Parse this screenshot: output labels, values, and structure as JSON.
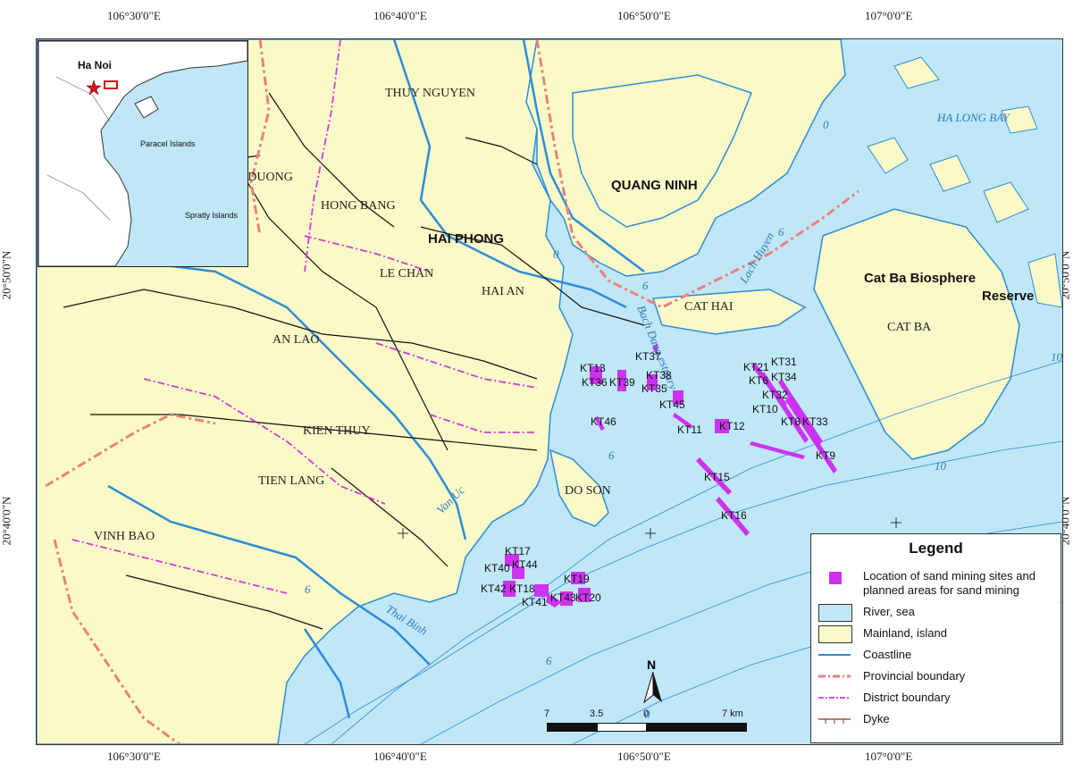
{
  "coordinates": {
    "lon_top": [
      "106°30'0\"E",
      "106°40'0\"E",
      "106°50'0\"E",
      "107°0'0\"E"
    ],
    "lon_bottom": [
      "106°30'0\"E",
      "106°40'0\"E",
      "106°50'0\"E",
      "107°0'0\"E"
    ],
    "lat_left": [
      "20°50'0\"N",
      "20°40'0\"N"
    ],
    "lat_right": [
      "20°50'0\"N",
      "20°40'0\"N"
    ]
  },
  "map_labels": {
    "thuy_nguyen": "THUY NGUYEN",
    "quang_ninh": "QUANG NINH",
    "ha_long_bay": "HA LONG BAY",
    "vi_duong": "VI DUONG",
    "hong_bang": "HONG BANG",
    "hai_phong": "HAI PHONG",
    "le_chan": "LE CHAN",
    "hai_an": "HAI AN",
    "cat_hai": "CAT HAI",
    "cat_ba_reserve_line1": "Cat Ba Biosphere",
    "cat_ba_reserve_line2": "Reserve",
    "cat_ba": "CAT BA",
    "an_lao": "AN LAO",
    "kien_thuy": "KIEN THUY",
    "tien_lang": "TIEN LANG",
    "vinh_bao": "VINH BAO",
    "do_son": "DO SON",
    "van_uc": "Van Uc",
    "thai_binh": "Thai Binh",
    "lach_huyen": "Lach Huyen",
    "bach_dang_estuary": "Bach Dang estuary"
  },
  "depth_labels": [
    "0",
    "6",
    "6",
    "10",
    "0",
    "6",
    "6",
    "0",
    "10",
    "6"
  ],
  "sites": [
    {
      "id": "KT37",
      "label": "KT37"
    },
    {
      "id": "KT13",
      "label": "KT13"
    },
    {
      "id": "KT38",
      "label": "KT38"
    },
    {
      "id": "KT36",
      "label": "KT36"
    },
    {
      "id": "KT39",
      "label": "KT39"
    },
    {
      "id": "KT35",
      "label": "KT35"
    },
    {
      "id": "KT45",
      "label": "KT45"
    },
    {
      "id": "KT46",
      "label": "KT46"
    },
    {
      "id": "KT11",
      "label": "KT11"
    },
    {
      "id": "KT12",
      "label": "KT12"
    },
    {
      "id": "KT15",
      "label": "KT15"
    },
    {
      "id": "KT16",
      "label": "KT16"
    },
    {
      "id": "KT21",
      "label": "KT21"
    },
    {
      "id": "KT31",
      "label": "KT31"
    },
    {
      "id": "KT6",
      "label": "KT6"
    },
    {
      "id": "KT34",
      "label": "KT34"
    },
    {
      "id": "KT32",
      "label": "KT32"
    },
    {
      "id": "KT10",
      "label": "KT10"
    },
    {
      "id": "KT8",
      "label": "KT8"
    },
    {
      "id": "KT33",
      "label": "KT33"
    },
    {
      "id": "KT9",
      "label": "KT9"
    },
    {
      "id": "KT17",
      "label": "KT17"
    },
    {
      "id": "KT40",
      "label": "KT40"
    },
    {
      "id": "KT44",
      "label": "KT44"
    },
    {
      "id": "KT42",
      "label": "KT42"
    },
    {
      "id": "KT18",
      "label": "KT18"
    },
    {
      "id": "KT19",
      "label": "KT19"
    },
    {
      "id": "KT41",
      "label": "KT41"
    },
    {
      "id": "KT43",
      "label": "KT43"
    },
    {
      "id": "KT20",
      "label": "KT20"
    }
  ],
  "inset": {
    "ha_noi": "Ha Noi",
    "paracel": "Paracel Islands",
    "spratly": "Spratly Islands"
  },
  "legend": {
    "title": "Legend",
    "items": [
      {
        "label_line1": "Location of sand mining sites and",
        "label_line2": "planned areas for sand mining",
        "symbol": "magenta-square"
      },
      {
        "label_line1": "River, sea",
        "symbol": "blue-box"
      },
      {
        "label_line1": "Mainland, island",
        "symbol": "yellow-box"
      },
      {
        "label_line1": "Coastline",
        "symbol": "blue-line"
      },
      {
        "label_line1": "Provincial boundary",
        "symbol": "salmon-dashed-line"
      },
      {
        "label_line1": "District boundary",
        "symbol": "magenta-dash-dot-line"
      },
      {
        "label_line1": "Dyke",
        "symbol": "brown-tick-line"
      }
    ]
  },
  "scale": {
    "ticks": [
      "7",
      "3.5",
      "0",
      "7 km"
    ]
  },
  "north_arrow": {
    "label": "N"
  },
  "colors": {
    "sea": "#bfe7f8",
    "land": "#fafac8",
    "coastline": "#2e8bd8",
    "sites": "#cc33ee",
    "provincial_boundary": "#e8827a",
    "district_boundary": "#d63ad6",
    "dyke": "#8b3a2a"
  }
}
